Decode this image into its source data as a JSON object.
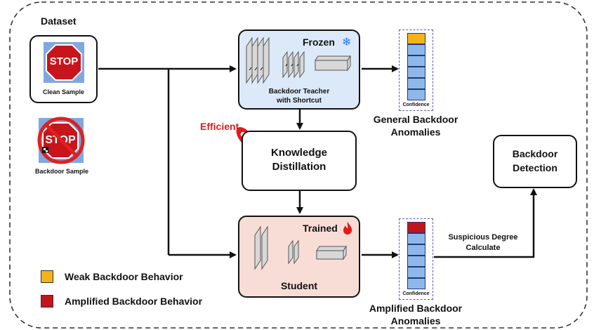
{
  "dataset_label": "Dataset",
  "clean_sample": {
    "sign_text": "STOP",
    "caption": "Clean Sample"
  },
  "backdoor_sample": {
    "sign_text": "STOP",
    "caption": "Backdoor Sample"
  },
  "teacher": {
    "tag": "Frozen",
    "tag_icon": "snowflake-icon",
    "title": "Backdoor Teacher\nwith Shortcut"
  },
  "distillation": {
    "badge": "Efficient",
    "badge_icon": "rocket-icon",
    "title": "Knowledge\nDistillation"
  },
  "student": {
    "tag": "Trained",
    "tag_icon": "flame-icon",
    "title": "Student"
  },
  "general_anomalies": {
    "confidence_label": "Confidence",
    "caption": "General Backdoor\nAnomalies",
    "highlight_color": "#f5b21b"
  },
  "amplified_anomalies": {
    "confidence_label": "Confidence",
    "caption": "Amplified Backdoor\nAnomalies",
    "highlight_color": "#c0161b"
  },
  "suspicious_label": "Suspicious Degree\nCalculate",
  "detection": {
    "title": "Backdoor\nDetection"
  },
  "legend": [
    {
      "label": "Weak Backdoor Behavior",
      "color": "#f5b21b"
    },
    {
      "label": "Amplified Backdoor Behavior",
      "color": "#c0161b"
    }
  ],
  "colors": {
    "teacher_bg": "#dce9f8",
    "student_bg": "#f8ddd6",
    "cell_fill": "#8fb8ea"
  }
}
